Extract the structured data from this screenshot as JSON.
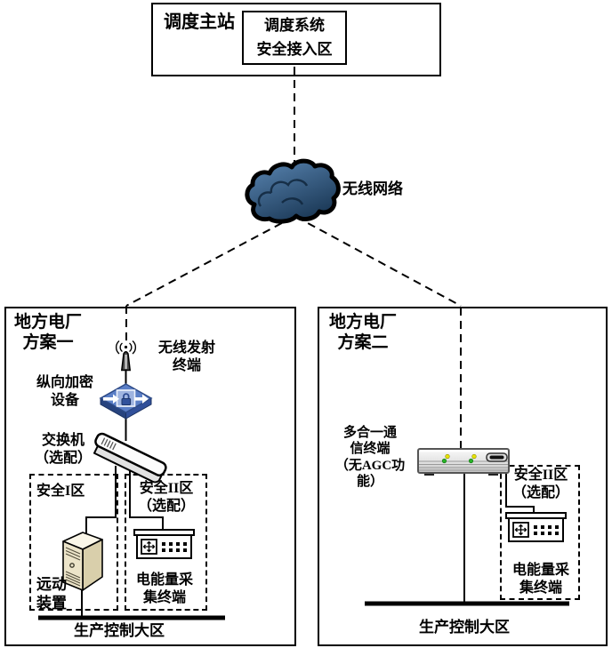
{
  "top": {
    "outer_label": "调度主站",
    "inner_label": "调度系统\n安全接入区"
  },
  "cloud": {
    "label": "无线网络"
  },
  "left_plant": {
    "title": "地方电厂\n方案一",
    "antenna_label": "无线发射\n终端",
    "encryptor_label": "纵向加密\n设备",
    "switch_label": "交换机\n（选配）",
    "zone1_label": "安全I区",
    "zone2_label": "安全II区\n（选配）",
    "rtu_label": "远动\n装置",
    "meter_label": "电能量采\n集终端",
    "bus_label": "生产控制大区"
  },
  "right_plant": {
    "title": "地方电厂\n方案二",
    "terminal_label": "多合一通\n信终端\n（无AGC功\n能）",
    "zone2_label": "安全II区\n（选配）",
    "meter_label": "电能量采\n集终端",
    "bus_label": "生产控制大区"
  },
  "colors": {
    "line": "#000000",
    "cloud_light": "#5b87b4",
    "cloud_dark": "#1c3a58",
    "encryptor_top": "#5b7fc7",
    "encryptor_side": "#31509a",
    "server_front": "#ece4c9",
    "server_side": "#d9cfab",
    "terminal_body": "#d8d8d8",
    "led_yellow": "#e8e400",
    "led_green": "#27b127"
  }
}
